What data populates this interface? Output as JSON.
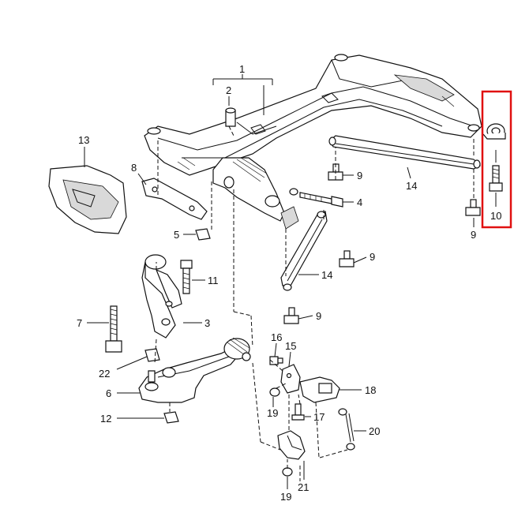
{
  "diagram": {
    "callouts": [
      {
        "id": "c1",
        "label": "1"
      },
      {
        "id": "c2",
        "label": "2"
      },
      {
        "id": "c3",
        "label": "3"
      },
      {
        "id": "c4",
        "label": "4"
      },
      {
        "id": "c5",
        "label": "5"
      },
      {
        "id": "c6",
        "label": "6"
      },
      {
        "id": "c7",
        "label": "7"
      },
      {
        "id": "c8",
        "label": "8"
      },
      {
        "id": "c9a",
        "label": "9"
      },
      {
        "id": "c9b",
        "label": "9"
      },
      {
        "id": "c9c",
        "label": "9"
      },
      {
        "id": "c9d",
        "label": "9"
      },
      {
        "id": "c10",
        "label": "10"
      },
      {
        "id": "c11",
        "label": "11"
      },
      {
        "id": "c12",
        "label": "12"
      },
      {
        "id": "c13",
        "label": "13"
      },
      {
        "id": "c14a",
        "label": "14"
      },
      {
        "id": "c14b",
        "label": "14"
      },
      {
        "id": "c15",
        "label": "15"
      },
      {
        "id": "c16",
        "label": "16"
      },
      {
        "id": "c17",
        "label": "17"
      },
      {
        "id": "c18",
        "label": "18"
      },
      {
        "id": "c19a",
        "label": "19"
      },
      {
        "id": "c19b",
        "label": "19"
      },
      {
        "id": "c20",
        "label": "20"
      },
      {
        "id": "c21",
        "label": "21"
      },
      {
        "id": "c22",
        "label": "22"
      }
    ],
    "highlight_color": "#e01010",
    "line_color": "#111111"
  }
}
